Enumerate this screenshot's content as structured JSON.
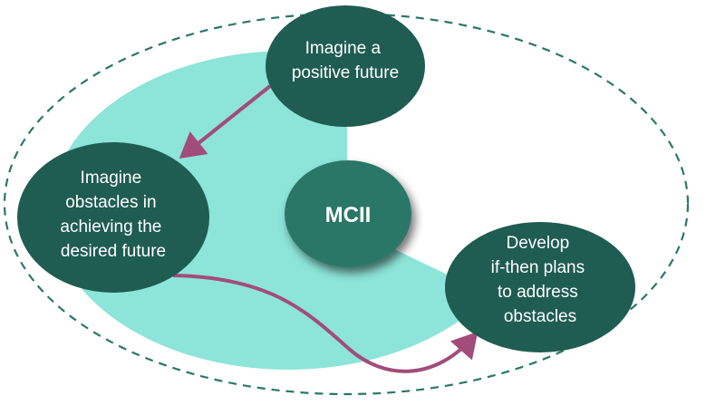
{
  "diagram": {
    "title": "MCII",
    "center": {
      "label": "MCII"
    },
    "nodes": [
      {
        "id": "positive-future",
        "lines": [
          "Imagine a",
          "positive future"
        ]
      },
      {
        "id": "obstacles",
        "lines": [
          "Imagine",
          "obstacles in",
          "achieving the",
          "desired future"
        ]
      },
      {
        "id": "if-then-plans",
        "lines": [
          "Develop",
          "if-then plans",
          "to address",
          "obstacles"
        ]
      }
    ],
    "edges": [
      {
        "from": "positive-future",
        "to": "obstacles"
      },
      {
        "from": "obstacles",
        "to": "if-then-plans"
      }
    ],
    "colors": {
      "node_fill": "#1f5c52",
      "center_fill": "#2a7768",
      "background_shape": "#8de4d8",
      "arrow": "#a24c7b",
      "dashed_border": "#2a7768"
    }
  }
}
